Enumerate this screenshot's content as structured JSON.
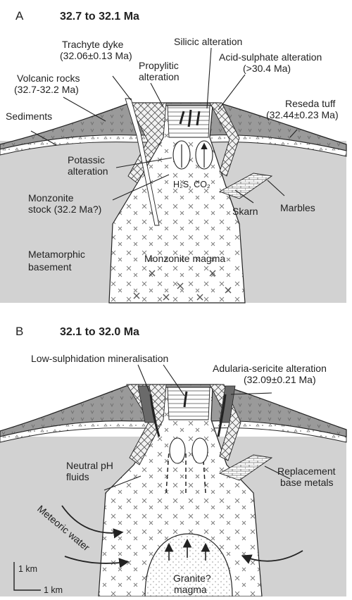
{
  "panel_a": {
    "letter": "A",
    "title": "32.7 to 32.1 Ma",
    "labels": {
      "trachyte_1": "Trachyte dyke",
      "trachyte_2": "(32.06±0.13 Ma)",
      "silicic": "Silicic alteration",
      "propylitic_1": "Propylitic",
      "propylitic_2": "alteration",
      "acid_1": "Acid-sulphate alteration",
      "acid_2": "(>30.4 Ma)",
      "volcanic_1": "Volcanic rocks",
      "volcanic_2": "(32.7-32.2 Ma)",
      "reseda_1": "Reseda tuff",
      "reseda_2": "(32.44±0.23 Ma)",
      "sediments": "Sediments",
      "potassic_1": "Potassic",
      "potassic_2": "alteration",
      "gases": "H₂S, CO₂",
      "monzonite_stock_1": "Monzonite",
      "monzonite_stock_2": "stock (32.2 Ma?)",
      "skarn": "Skarn",
      "marbles": "Marbles",
      "metamorphic_1": "Metamorphic",
      "metamorphic_2": "basement",
      "monzonite_magma": "Monzonite magma"
    }
  },
  "panel_b": {
    "letter": "B",
    "title": "32.1 to 32.0 Ma",
    "labels": {
      "low_sulph": "Low-sulphidation mineralisation",
      "adularia_1": "Adularia-sericite alteration",
      "adularia_2": "(32.09±0.21 Ma)",
      "neutral_1": "Neutral pH",
      "neutral_2": "fluids",
      "replacement_1": "Replacement",
      "replacement_2": "base metals",
      "meteoric": "Meteoric water",
      "granite_1": "Granite?",
      "granite_2": "magma",
      "scale_v": "1 km",
      "scale_h": "1 km"
    }
  }
}
